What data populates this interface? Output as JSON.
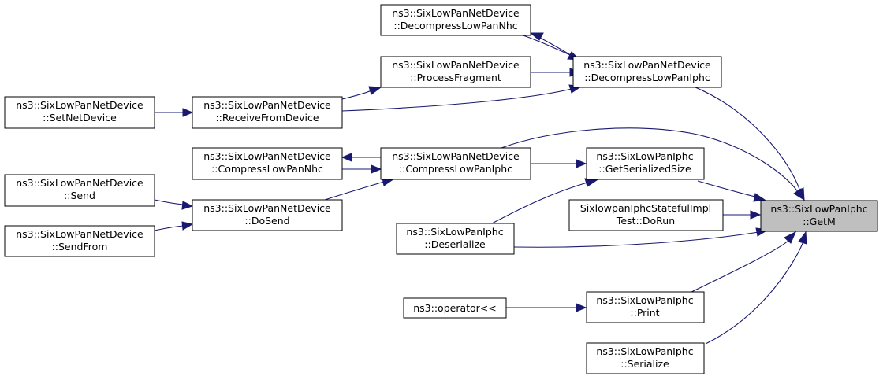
{
  "nodes": {
    "getm": [
      "ns3::SixLowPanIphc",
      "::GetM"
    ],
    "decompNhc": [
      "ns3::SixLowPanNetDevice",
      "::DecompressLowPanNhc"
    ],
    "decompIphc": [
      "ns3::SixLowPanNetDevice",
      "::DecompressLowPanIphc"
    ],
    "procFrag": [
      "ns3::SixLowPanNetDevice",
      "::ProcessFragment"
    ],
    "recvFromDev": [
      "ns3::SixLowPanNetDevice",
      "::ReceiveFromDevice"
    ],
    "setNetDev": [
      "ns3::SixLowPanNetDevice",
      "::SetNetDevice"
    ],
    "compNhc": [
      "ns3::SixLowPanNetDevice",
      "::CompressLowPanNhc"
    ],
    "compIphc": [
      "ns3::SixLowPanNetDevice",
      "::CompressLowPanIphc"
    ],
    "getSerSize": [
      "ns3::SixLowPanIphc",
      "::GetSerializedSize"
    ],
    "send": [
      "ns3::SixLowPanNetDevice",
      "::Send"
    ],
    "doSend": [
      "ns3::SixLowPanNetDevice",
      "::DoSend"
    ],
    "statefulTest": [
      "SixlowpanIphcStatefulImpl",
      "Test::DoRun"
    ],
    "sendFrom": [
      "ns3::SixLowPanNetDevice",
      "::SendFrom"
    ],
    "deserialize": [
      "ns3::SixLowPanIphc",
      "::Deserialize"
    ],
    "operator": [
      "ns3::operator<<"
    ],
    "print": [
      "ns3::SixLowPanIphc",
      "::Print"
    ],
    "serialize": [
      "ns3::SixLowPanIphc",
      "::Serialize"
    ]
  },
  "colors": {
    "edge": "#191970",
    "focus_fill": "#bfbfbf",
    "node_fill": "#ffffff",
    "node_stroke": "#000000"
  }
}
